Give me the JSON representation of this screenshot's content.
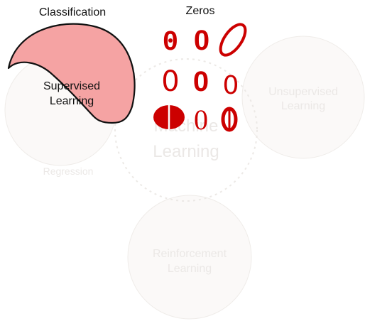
{
  "diagram": {
    "classification_label": "Classification",
    "zeros_label": "Zeros",
    "supervised_label": [
      "Supervised",
      "Learning"
    ],
    "unsupervised_label": [
      "Unsupervised",
      "Learning"
    ],
    "regression_label": "Regression",
    "machine_learning_label": [
      "Machine",
      "Learning"
    ],
    "reinforcement_label": [
      "Reinforcement",
      "Learning"
    ],
    "zero_glyph": "0"
  },
  "colors": {
    "zero_red": "#cc0000",
    "classification_fill": "#f5a3a3",
    "faint_circle_fill": "#fbf9f8",
    "faint_circle_stroke": "#efece9",
    "faint_text": "#ebe8e6"
  }
}
